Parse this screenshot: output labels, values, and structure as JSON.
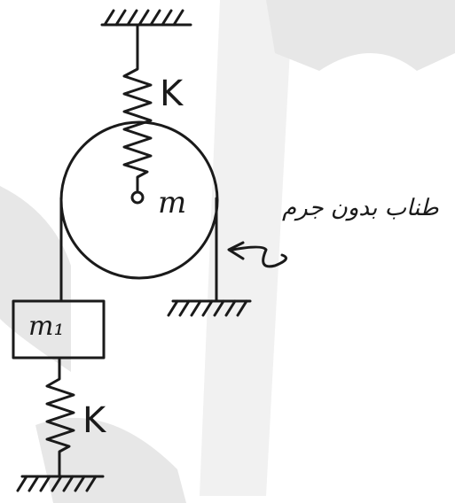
{
  "labels": {
    "top_spring": "K",
    "bottom_spring": "K",
    "pulley_mass": "m",
    "block_mass": "m₁",
    "rope_note": "طناب بدون جرم"
  },
  "colors": {
    "ink": "#1a1a1a",
    "watermark": "#d4d4d4",
    "background": "#ffffff"
  }
}
